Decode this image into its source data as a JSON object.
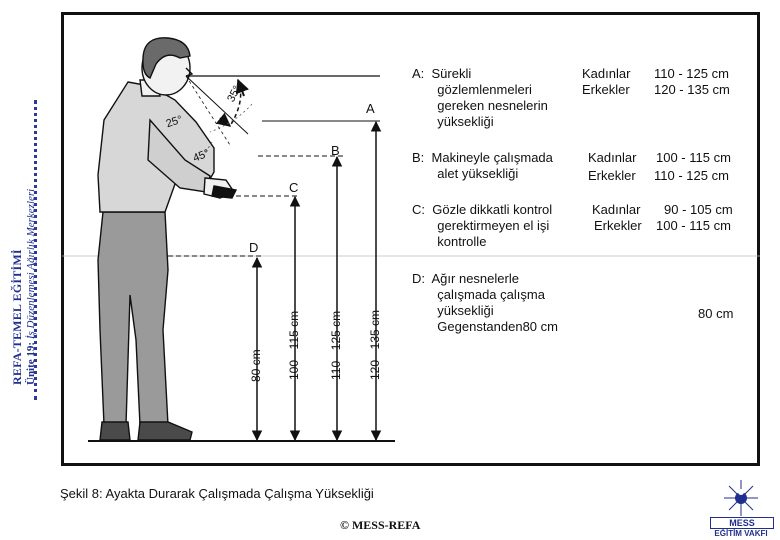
{
  "sidebar": {
    "title": "REFA-TEMEL EĞİTİMİ",
    "unit_label": "Ünite 19:",
    "unit_name": "İş Düzenlemesi Ağırlık Merkezleri"
  },
  "figure": {
    "angles": [
      "35°",
      "25°",
      "45°"
    ],
    "markers": [
      "A",
      "B",
      "C",
      "D"
    ],
    "dimensions": [
      "80 cm",
      "100 - 115 cm",
      "110 - 125 cm",
      "120 - 135 cm"
    ]
  },
  "notes": {
    "a": {
      "text": "A:  Sürekli\n       gözlemlenmeleri\n       gereken nesnelerin\n       yüksekliği",
      "women_label": "Kadınlar",
      "women_value": "110 - 125 cm",
      "men_label": "Erkekler",
      "men_value": "120 - 135 cm"
    },
    "b": {
      "text": "B:  Makineyle çalışmada\n       alet yüksekliği",
      "women_label": "Kadınlar",
      "women_value": "100 - 115 cm",
      "men_label": "Erkekler",
      "men_value": "110 - 125 cm"
    },
    "c": {
      "text": "C:  Gözle dikkatli kontrol\n       gerektirmeyen el işi\n       kontrolle",
      "women_label": "Kadınlar",
      "women_value": "90 - 105 cm",
      "men_label": "Erkekler",
      "men_value": "100 - 115 cm"
    },
    "d": {
      "text": "D:  Ağır nesnelerle\n       çalışmada çalışma\n       yüksekliği\n       Gegenstanden80 cm",
      "value": "80 cm"
    }
  },
  "caption": "Şekil 8: Ayakta Durarak Çalışmada Çalışma Yüksekliği",
  "copyright": "© MESS-REFA",
  "logo": {
    "name": "MESS",
    "subtitle": "EĞİTİM VAKFI"
  },
  "colors": {
    "accent": "#1e2f8f",
    "line": "#111111"
  }
}
